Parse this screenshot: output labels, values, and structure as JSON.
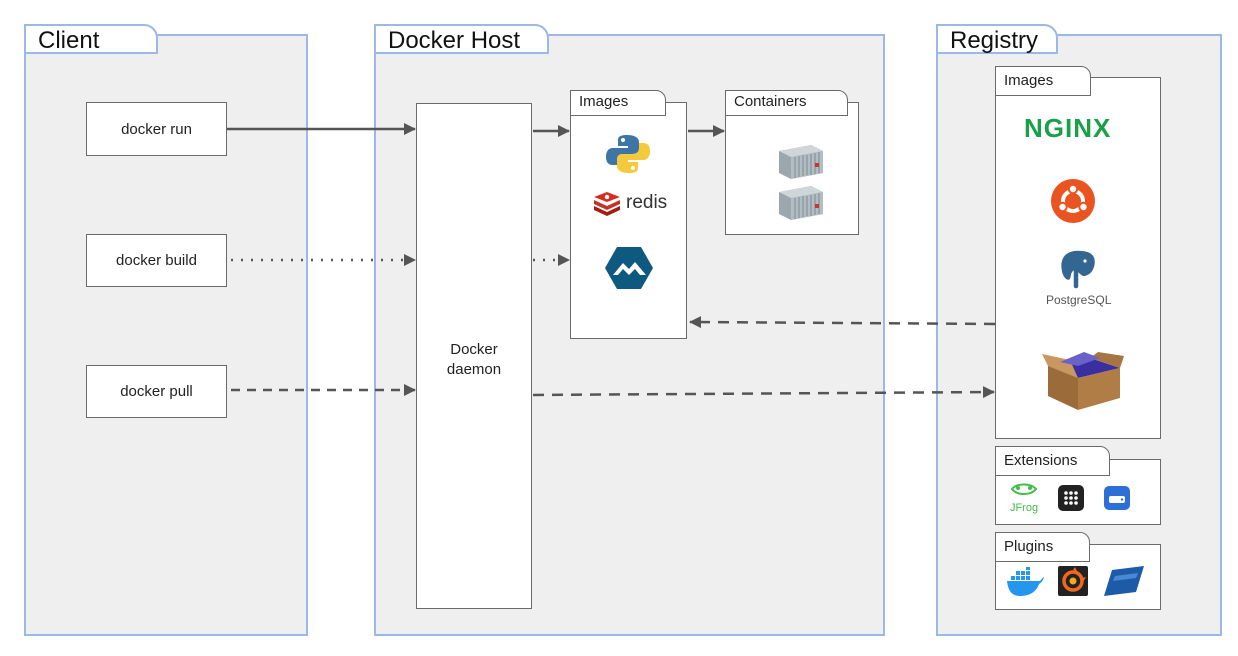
{
  "panels": {
    "client": {
      "title": "Client"
    },
    "host": {
      "title": "Docker Host"
    },
    "registry": {
      "title": "Registry"
    }
  },
  "client": {
    "commands": [
      "docker run",
      "docker build",
      "docker pull"
    ]
  },
  "host": {
    "daemon": {
      "line1": "Docker",
      "line2": "daemon"
    },
    "images_label": "Images",
    "containers_label": "Containers",
    "redis_text": "redis"
  },
  "registry": {
    "images_label": "Images",
    "nginx_text": "NGINX",
    "postgres_text": "PostgreSQL",
    "extensions_label": "Extensions",
    "plugins_label": "Plugins",
    "jfrog_text": "JFrog"
  },
  "colors": {
    "panel_border": "#9bb8e6",
    "panel_fill": "#efefef",
    "arrow": "#555555",
    "nginx_green": "#1aa049",
    "ubuntu_orange": "#e95420"
  },
  "icons": [
    "python-icon",
    "redis-icon",
    "alpine-icon",
    "container-icon",
    "nginx-logo",
    "ubuntu-icon",
    "postgresql-icon",
    "package-box-icon",
    "jfrog-icon",
    "grid-app-icon",
    "storage-drive-icon",
    "docker-whale-icon",
    "grafana-icon",
    "vmware-icon"
  ]
}
